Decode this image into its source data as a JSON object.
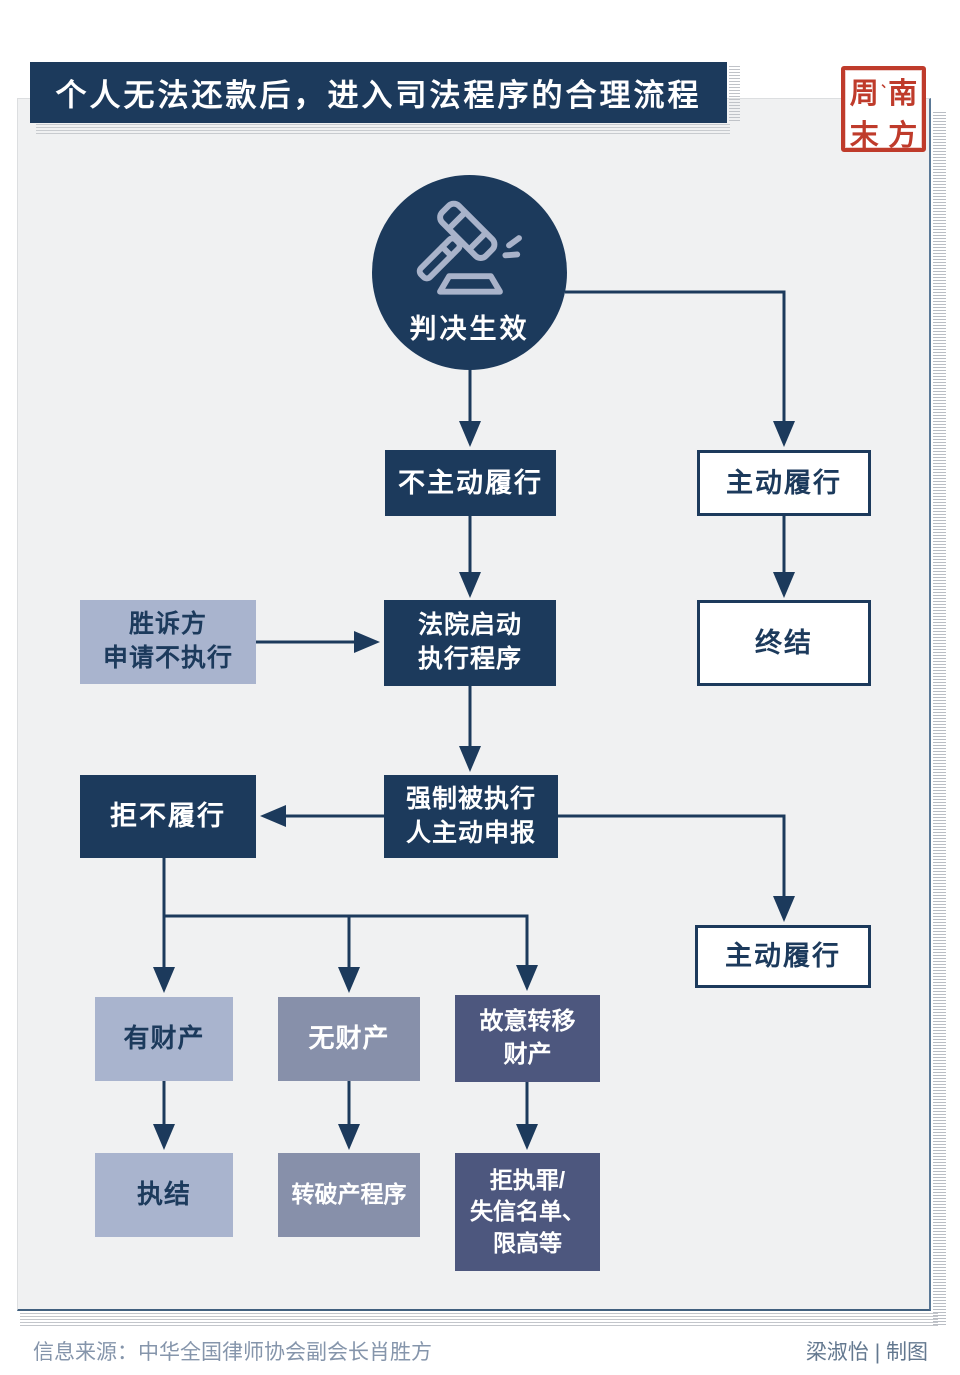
{
  "title": "个人无法还款后，进入司法程序的合理流程",
  "seal": {
    "name": "南方周末",
    "chars": [
      "周",
      "南",
      "末",
      "方"
    ],
    "separator": "、"
  },
  "flow": {
    "start": "判决生效",
    "no_voluntary": "不主动履行",
    "voluntary_top": "主动履行",
    "winner_apply": "胜诉方\n申请不执行",
    "court_start": "法院启动\n执行程序",
    "terminate": "终结",
    "refuse": "拒不履行",
    "forced_report": "强制被执行\n人主动申报",
    "voluntary_mid": "主动履行",
    "has_property": "有财产",
    "no_property": "无财产",
    "transfer_property": "故意转移\n财产",
    "executed": "执结",
    "to_bankruptcy": "转破产程序",
    "penalties": "拒执罪/\n失信名单、\n限高等"
  },
  "footer": {
    "source": "信息来源：中华全国律师协会副会长肖胜方",
    "credit": "梁淑怡 | 制图"
  },
  "icons": {
    "start_icon": "gavel-icon"
  },
  "colors": {
    "navy": "#1c3a5c",
    "light": "#a9b4ce",
    "medium": "#8790aa",
    "slate": "#4d577e",
    "seal_red": "#bf3b2b",
    "card_bg": "#f0f1f2"
  }
}
